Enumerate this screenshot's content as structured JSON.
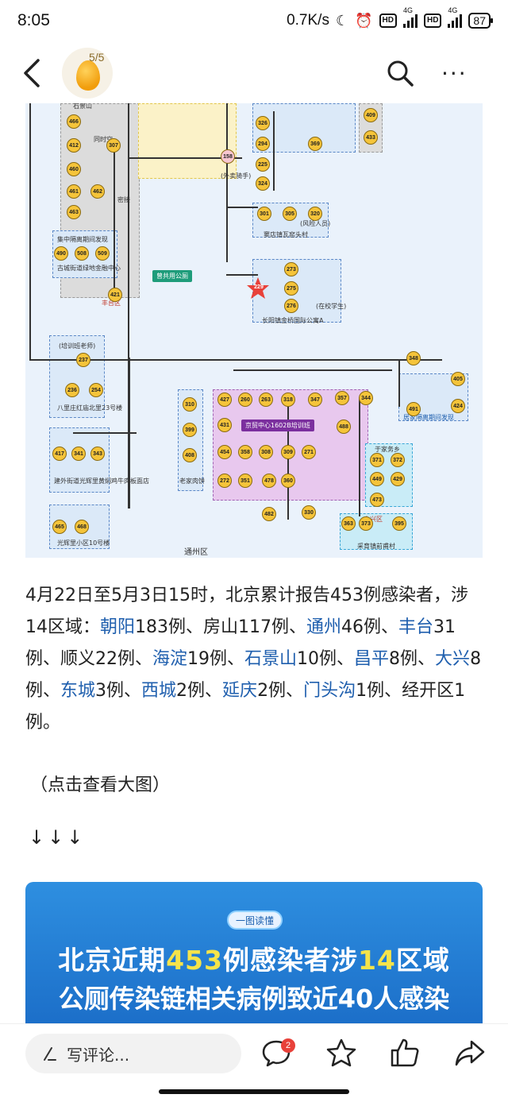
{
  "status": {
    "time": "8:05",
    "speed": "0.7K/s",
    "net1": "4G",
    "net2": "4G",
    "battery": "87"
  },
  "nav": {
    "badge_count": "5/5"
  },
  "map": {
    "labels": {
      "shijingshan": "石景山",
      "tongzhou": "通州区",
      "fengtai": "丰台区",
      "jijiong": "集中隔离期间发现",
      "gucheng": "古城街道绿地金融中心",
      "fangshan_tag": "曾共用公厕",
      "changyang": "长阳镇金桥国际公寓A",
      "jingmao": "京贸中心1602B培训班",
      "peixun": "(培训班老师)",
      "bali": "八里庄红庙北里23号楼",
      "guanghui": "光辉里小区10号楼",
      "jujia": "居家隔离期间发现",
      "daxing": "大兴区",
      "caiyu": "采育镇前甫村",
      "yujiawu": "于家务乡",
      "jianwai": "建外街道光辉里黄焖鸡牛肉板面店",
      "waimai": "(外卖骑手)",
      "laojiawei": "老家肉饼",
      "xuesheng": "(在校学生)",
      "fengxian": "(风险人员)",
      "yaodian": "窦店镇瓦窑头村",
      "tongshikong": "同时空",
      "mijie": "密接"
    },
    "nodes": [
      "466",
      "412",
      "307",
      "460",
      "461",
      "462",
      "463",
      "490",
      "508",
      "509",
      "421",
      "326",
      "294",
      "369",
      "225",
      "324",
      "158",
      "301",
      "305",
      "320",
      "273",
      "229",
      "275",
      "276",
      "409",
      "433",
      "237",
      "236",
      "254",
      "310",
      "399",
      "408",
      "417",
      "341",
      "343",
      "465",
      "468",
      "427",
      "260",
      "263",
      "318",
      "347",
      "357",
      "344",
      "348",
      "405",
      "431",
      "454",
      "358",
      "308",
      "309",
      "271",
      "488",
      "491",
      "424",
      "272",
      "351",
      "478",
      "360",
      "330",
      "482",
      "371",
      "372",
      "449",
      "429",
      "473",
      "363",
      "373",
      "395"
    ]
  },
  "article": {
    "p1_a": "4月22日至5月3日15时，北京累计报告453例感染者，涉14区域：",
    "d1": "朝阳",
    "p1_b": "183例、房山117例、",
    "d2": "通州",
    "p1_c": "46例、",
    "d3": "丰台",
    "p1_d": "31例、顺义22例、",
    "d4": "海淀",
    "p1_e": "19例、",
    "d5": "石景山",
    "p1_f": "10例、",
    "d6": "昌平",
    "p1_g": "8例、",
    "d7": "大兴",
    "p1_h": "8例、",
    "d8": "东城",
    "p1_i": "3例、",
    "d9": "西城",
    "p1_j": "2例、",
    "d10": "延庆",
    "p1_k": "2例、",
    "d11": "门头沟",
    "p1_l": "1例、经开区1例。",
    "hint": "（点击查看大图）",
    "arrows": "↓↓↓"
  },
  "banner": {
    "pill": "一图读懂",
    "t1_a": "北京近期",
    "t1_n1": "453",
    "t1_b": "例感染者涉",
    "t1_n2": "14",
    "t1_c": "区域",
    "t2": "公厕传染链相关病例致近40人感染"
  },
  "bottom": {
    "comment_placeholder": "写评论...",
    "comment_count": "2"
  },
  "colors": {
    "link": "#1f5fae",
    "banner": "#1c6fc9",
    "highlight": "#f6e44a",
    "node": "#f5c43a"
  }
}
